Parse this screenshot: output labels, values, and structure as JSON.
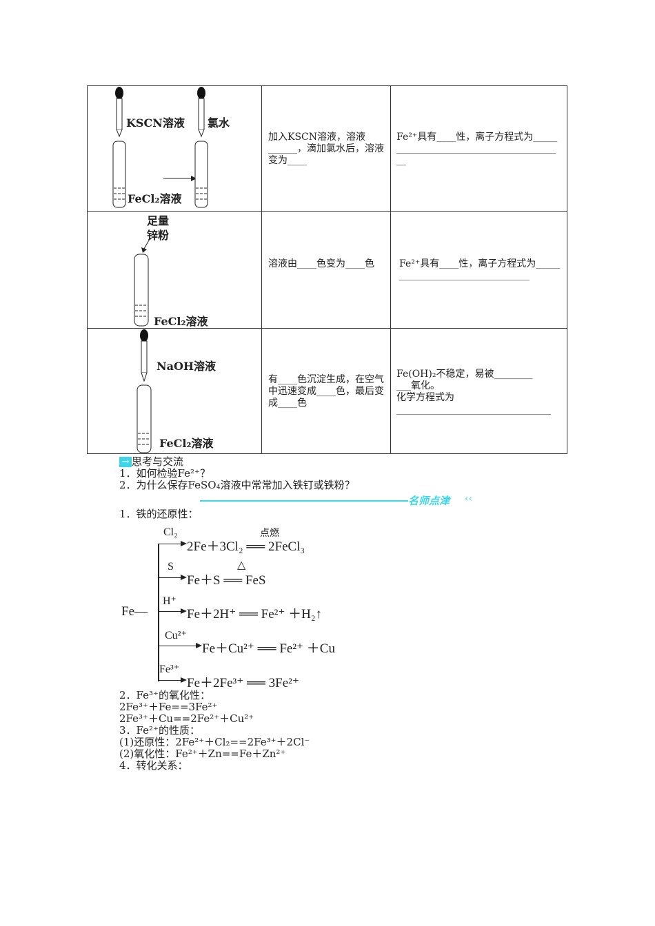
{
  "table": {
    "rows": [
      {
        "labels": {
          "reagent1": "KSCN溶液",
          "reagent2": "氯水",
          "solution": "FeCl₂溶液"
        },
        "phenomenon": "加入KSCN溶液，溶液______，滴加氯水后，溶液变为____",
        "conclusion": "Fe²⁺具有____性，离子方程式为________________________________________"
      },
      {
        "labels": {
          "reagent1": "足量",
          "reagent1b": "锌粉",
          "solution": "FeCl₂溶液"
        },
        "phenomenon": "溶液由____色变为____色",
        "conclusion": "Fe²⁺具有____性，离子方程式为________________________________"
      },
      {
        "labels": {
          "reagent1": "NaOH溶液",
          "solution": "FeCl₂溶液"
        },
        "phenomenon": "有____色沉淀生成，在空气中迅速变成____色，最后变成____色",
        "conclusion_line1": "Fe(OH)₂不稳定，易被________",
        "conclusion_line2": "___氧化。",
        "conclusion_line3": "化学方程式为",
        "conclusion_line4": "________________________________"
      }
    ]
  },
  "think": {
    "title": "思考与交流",
    "q1": "1．如何检验Fe²⁺？",
    "q2": "2．为什么保存FeSO₄溶液中常常加入铁钉或铁粉？"
  },
  "banner": {
    "text": "名师点津",
    "accent": "#3cd6e8"
  },
  "summary": {
    "s1": "1．铁的还原性：",
    "diagram": {
      "root": "Fe—",
      "branches": [
        {
          "reagent": "Cl₂",
          "equation": "2Fe＋3Cl₂ ══ 2FeCl₃",
          "condition": "点燃"
        },
        {
          "reagent": "S",
          "equation": "Fe＋S ══ FeS",
          "condition": "△"
        },
        {
          "reagent": "H⁺",
          "equation": "Fe＋2H⁺ ══ Fe²⁺ ＋H₂↑"
        },
        {
          "reagent": "Cu²⁺",
          "equation": "Fe＋Cu²⁺ ══ Fe²⁺ ＋Cu"
        },
        {
          "reagent": "Fe³⁺",
          "equation": "Fe＋2Fe³⁺ ══ 3Fe²⁺"
        }
      ]
    },
    "s2": "2．Fe³⁺的氧化性：",
    "s2a": "2Fe³⁺＋Fe==3Fe²⁺",
    "s2b": "2Fe³⁺＋Cu==2Fe²⁺＋Cu²⁺",
    "s3": "3．Fe²⁺的性质：",
    "s3a": "(1)还原性：2Fe²⁺＋Cl₂==2Fe³⁺＋2Cl⁻",
    "s3b": "(2)氧化性：Fe²⁺＋Zn==Fe＋Zn²⁺",
    "s4": "4．转化关系："
  }
}
